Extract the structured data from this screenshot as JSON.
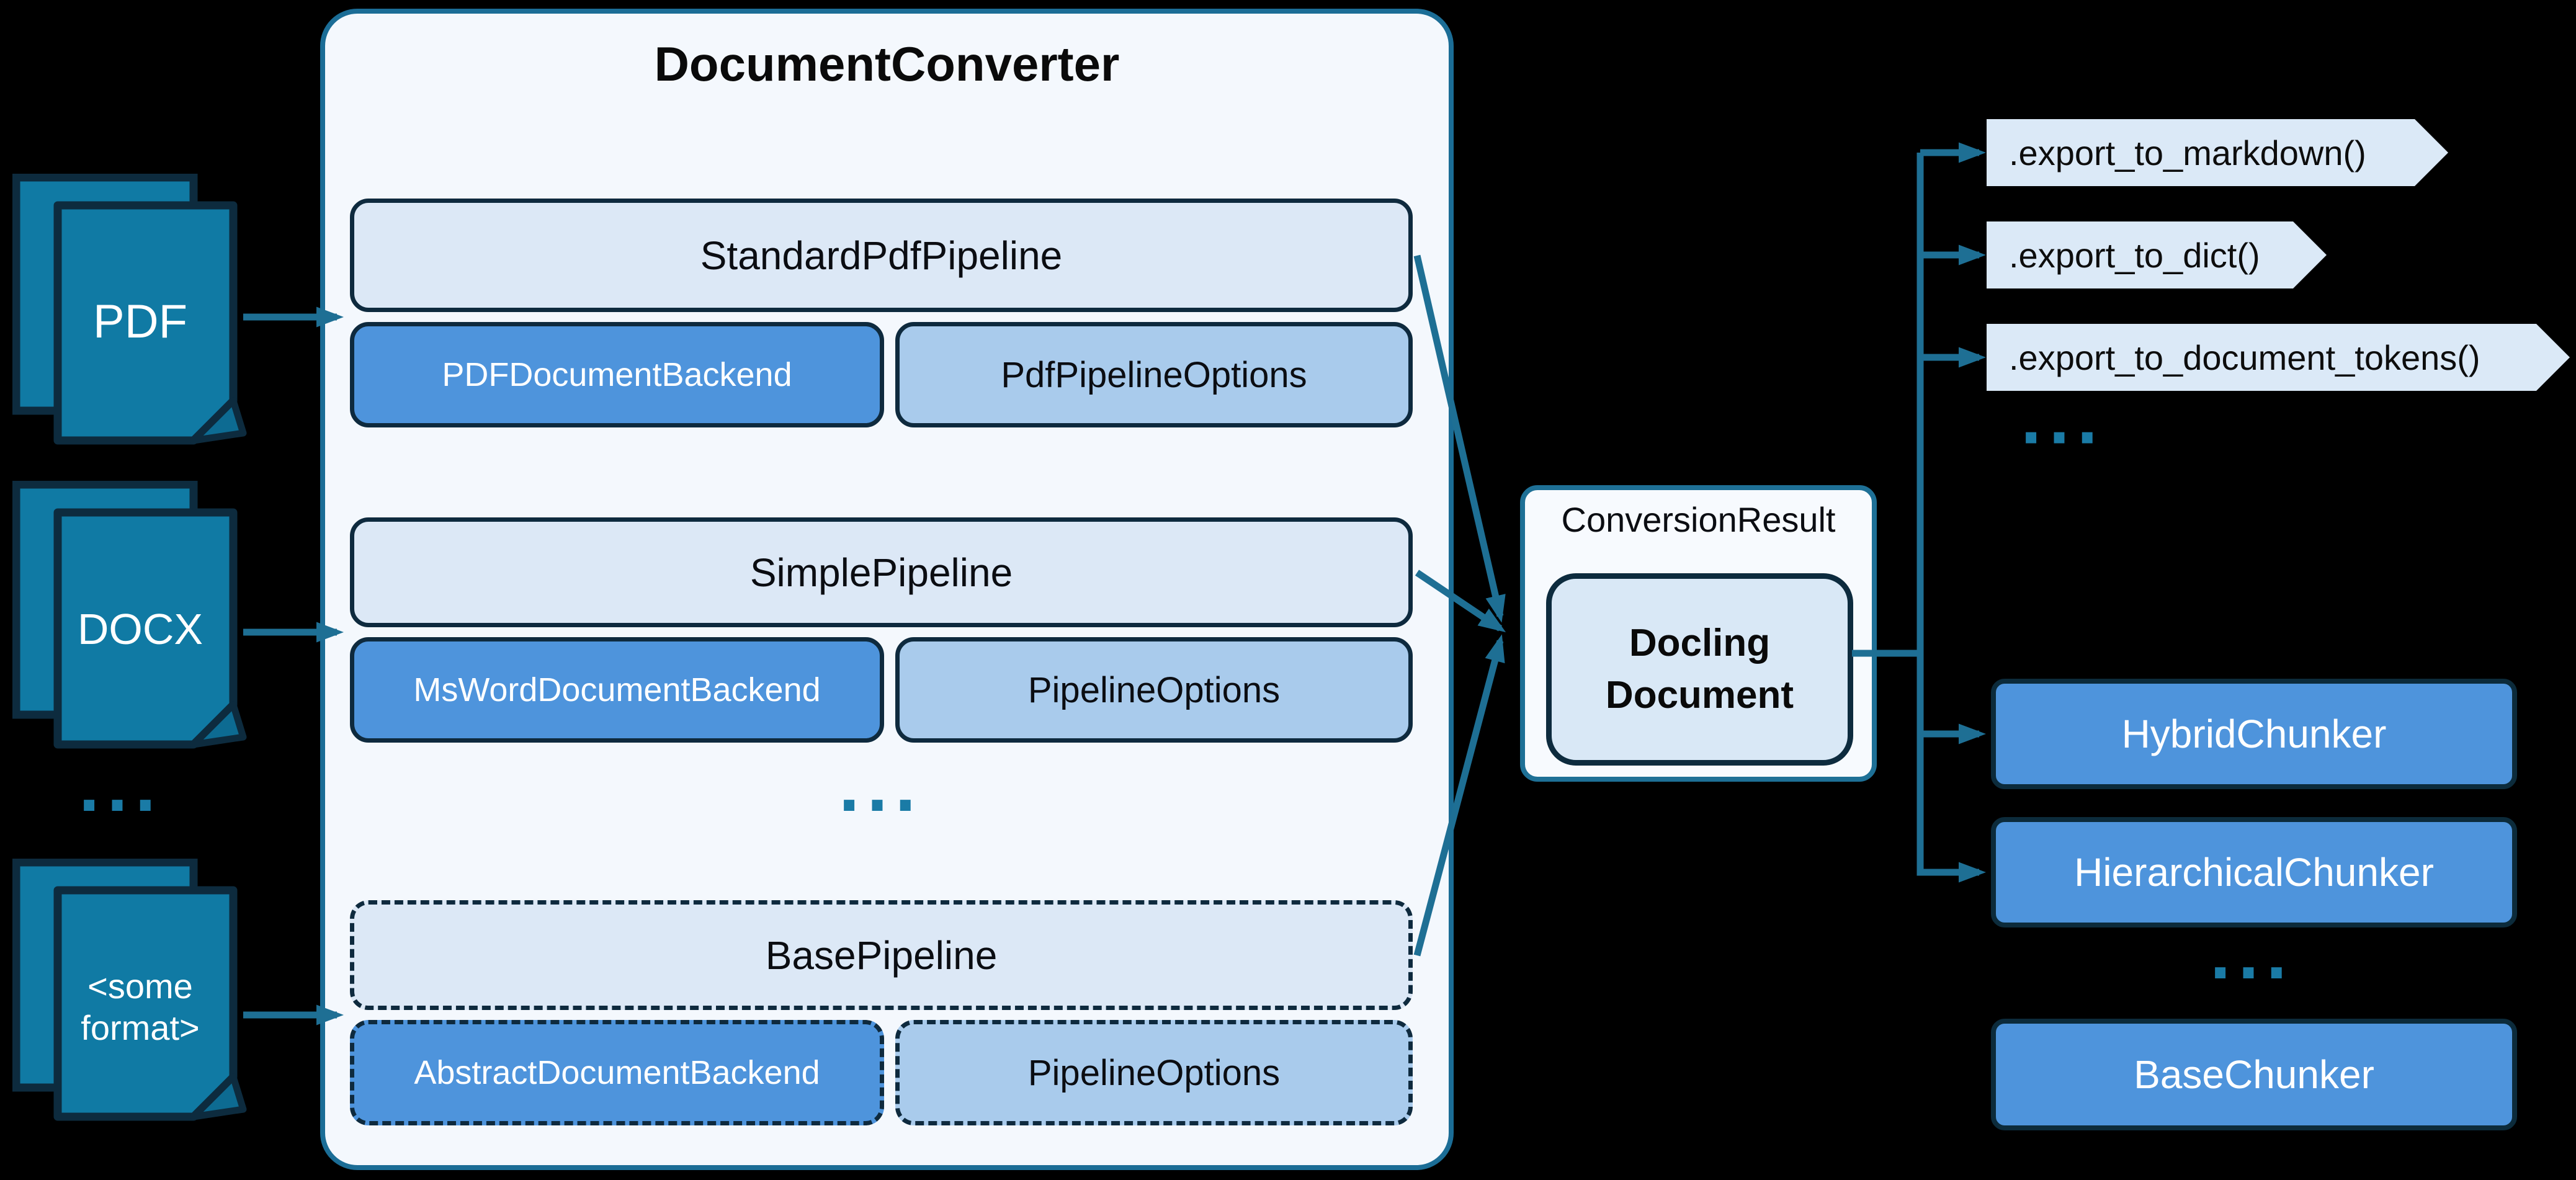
{
  "diagram": {
    "background": "#000000",
    "accent_teal": "#1e6f94",
    "navy_border": "#0e2a3e",
    "document_teal": "#107aa4",
    "light_blue": "#dce8f6",
    "mid_blue": "#4e94dc",
    "pale_blue": "#a9cbec"
  },
  "inputs": {
    "items": [
      {
        "label": "PDF"
      },
      {
        "label": "DOCX"
      },
      {
        "label": "<some format>"
      }
    ],
    "ellipsis": "..."
  },
  "converter": {
    "title": "DocumentConverter",
    "ellipsis": "...",
    "pipelines": [
      {
        "name": "StandardPdfPipeline",
        "backend": "PDFDocumentBackend",
        "options": "PdfPipelineOptions"
      },
      {
        "name": "SimplePipeline",
        "backend": "MsWordDocumentBackend",
        "options": "PipelineOptions"
      },
      {
        "name": "BasePipeline",
        "backend": "AbstractDocumentBackend",
        "options": "PipelineOptions"
      }
    ]
  },
  "result": {
    "label": "ConversionResult",
    "document": "Docling Document"
  },
  "exports": {
    "items": [
      {
        "label": ".export_to_markdown()"
      },
      {
        "label": ".export_to_dict()"
      },
      {
        "label": ".export_to_document_tokens()"
      }
    ],
    "ellipsis": "..."
  },
  "chunkers": {
    "items": [
      {
        "label": "HybridChunker"
      },
      {
        "label": "HierarchicalChunker"
      }
    ],
    "ellipsis": "...",
    "base": {
      "label": "BaseChunker"
    }
  }
}
